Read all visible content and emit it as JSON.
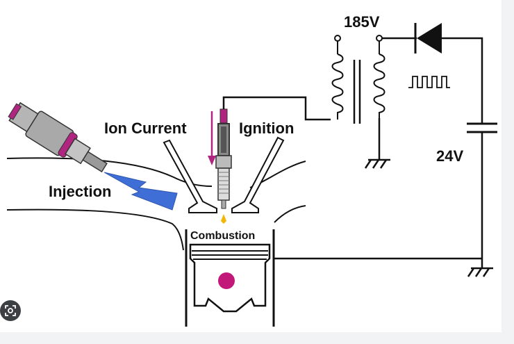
{
  "labels": {
    "voltage_high": "185V",
    "voltage_low": "24V",
    "ion_current": "Ion Current",
    "ignition": "Ignition",
    "injection": "Injection",
    "combustion": "Combustion"
  },
  "colors": {
    "line": "#111111",
    "injector_body": "#a9a9a9",
    "magenta": "#b0257f",
    "spray": "#3f6fd6",
    "flame": "#f2b705",
    "piston_pin": "#c2187a"
  },
  "icons": {
    "lens": "google-lens-icon"
  }
}
